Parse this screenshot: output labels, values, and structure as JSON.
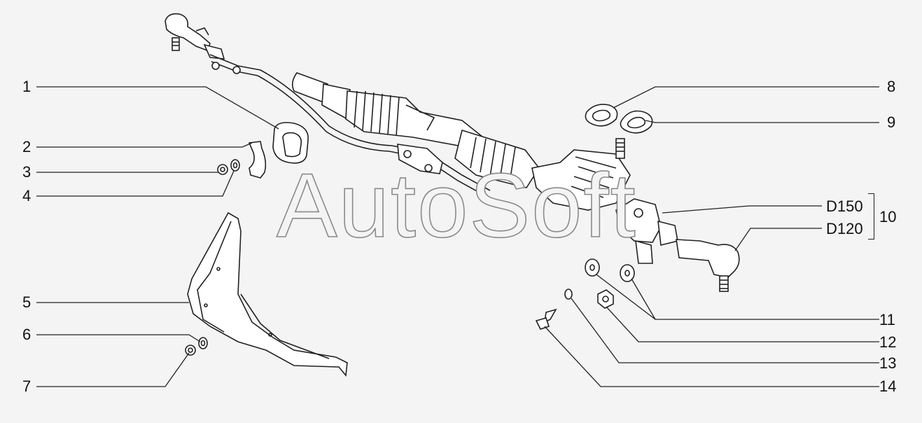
{
  "diagram": {
    "watermark": "AutoSoft",
    "callouts": {
      "c1": "1",
      "c2": "2",
      "c3": "3",
      "c4": "4",
      "c5": "5",
      "c6": "6",
      "c7": "7",
      "c8": "8",
      "c9": "9",
      "c10": "10",
      "c11": "11",
      "c12": "12",
      "c13": "13",
      "c14": "14",
      "d150": "D150",
      "d120": "D120"
    }
  }
}
